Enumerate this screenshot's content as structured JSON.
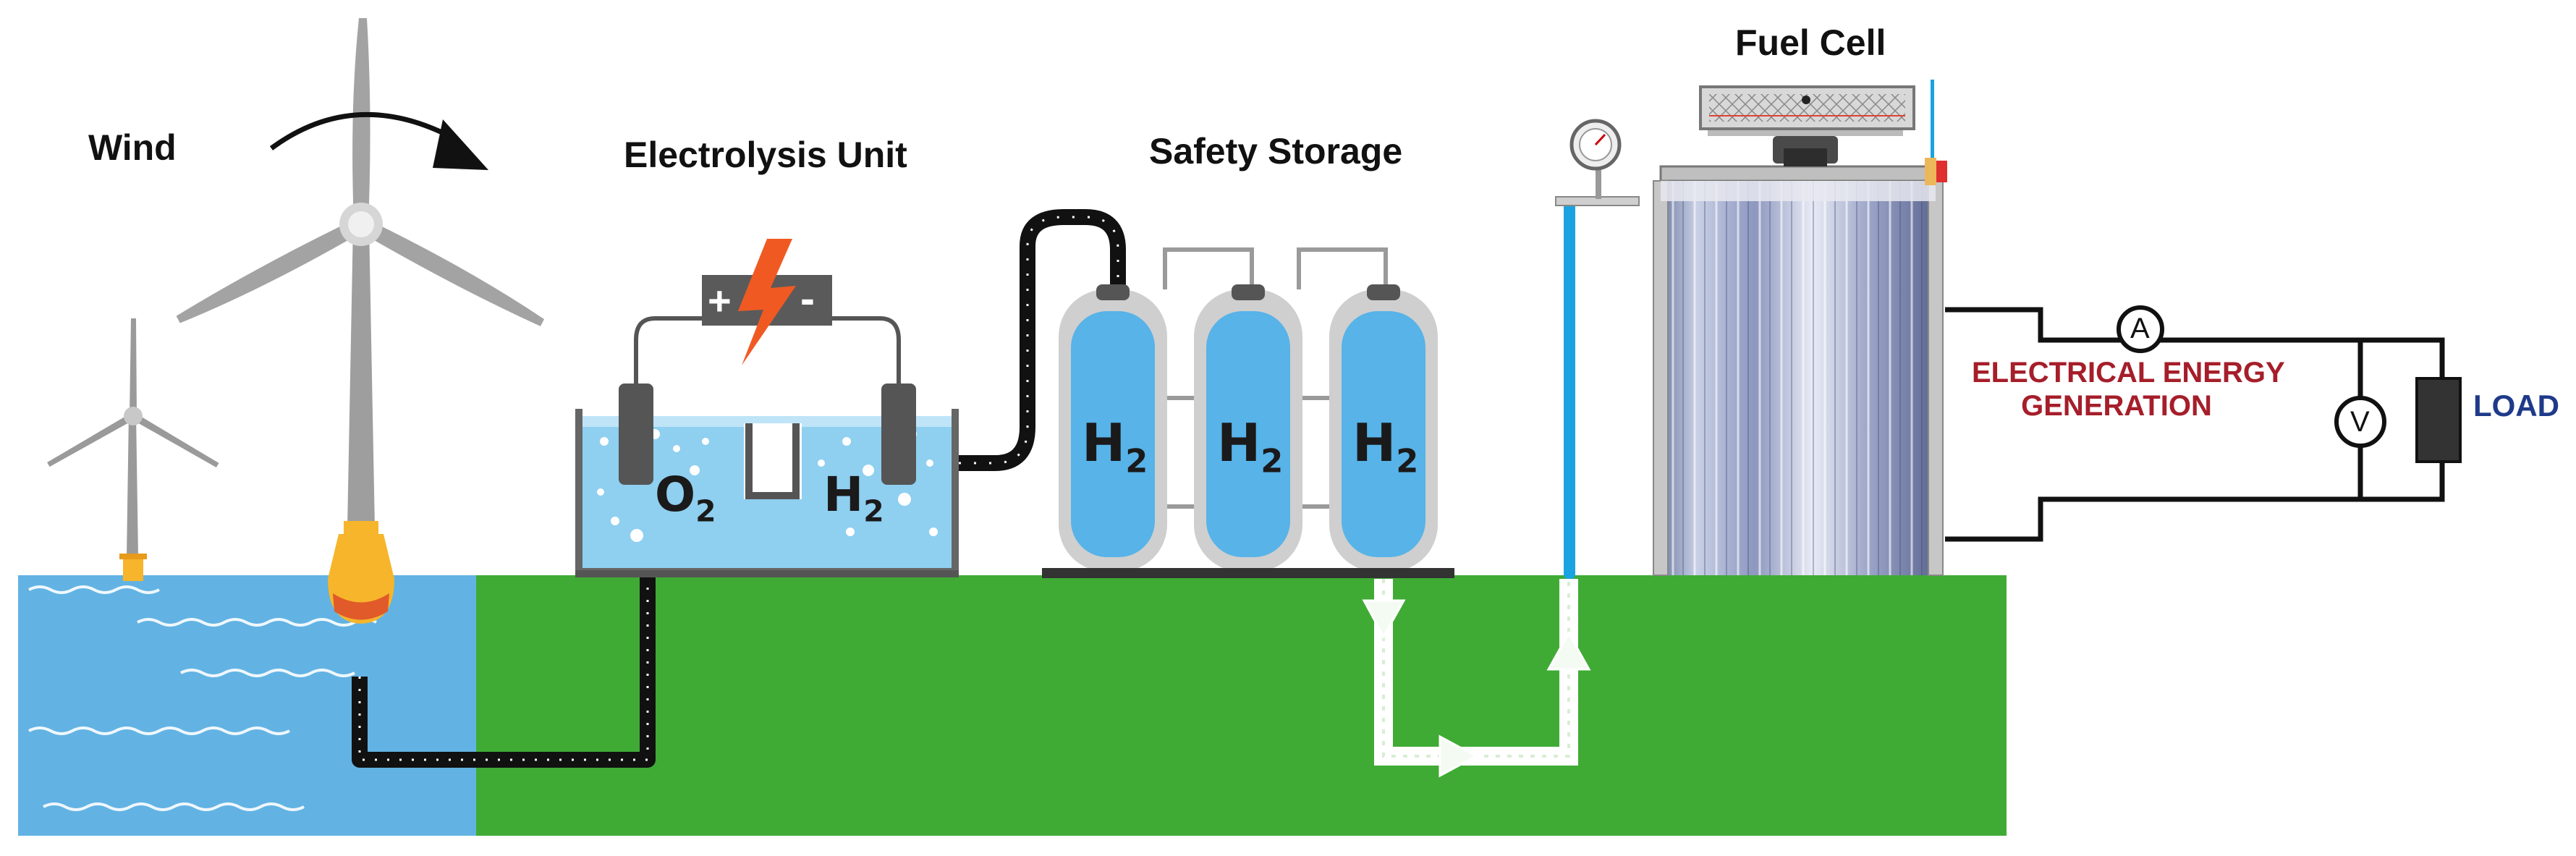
{
  "labels": {
    "wind": "Wind",
    "electrolysis": "Electrolysis Unit",
    "storage": "Safety Storage",
    "fuel_cell": "Fuel Cell",
    "generation_line1": "ELECTRICAL ENERGY",
    "generation_line2": "GENERATION",
    "load": "LOAD",
    "ammeter": "A",
    "voltmeter": "V",
    "battery_plus": "+",
    "battery_minus": "-"
  },
  "chemistry": {
    "oxygen": {
      "main": "O",
      "sub": "2"
    },
    "hydrogen": {
      "main": "H",
      "sub": "2"
    }
  },
  "tanks": [
    {
      "main": "H",
      "sub": "2"
    },
    {
      "main": "H",
      "sub": "2"
    },
    {
      "main": "H",
      "sub": "2"
    }
  ],
  "colors": {
    "sea": "#62b3e3",
    "land": "#3fab35",
    "water": "#8fcff0",
    "tank": "#57b3e8",
    "pipe": "#1a1a1a",
    "bolt": "#f05a22",
    "generation_text": "#a51e2a",
    "load_text": "#1f3a8a"
  }
}
